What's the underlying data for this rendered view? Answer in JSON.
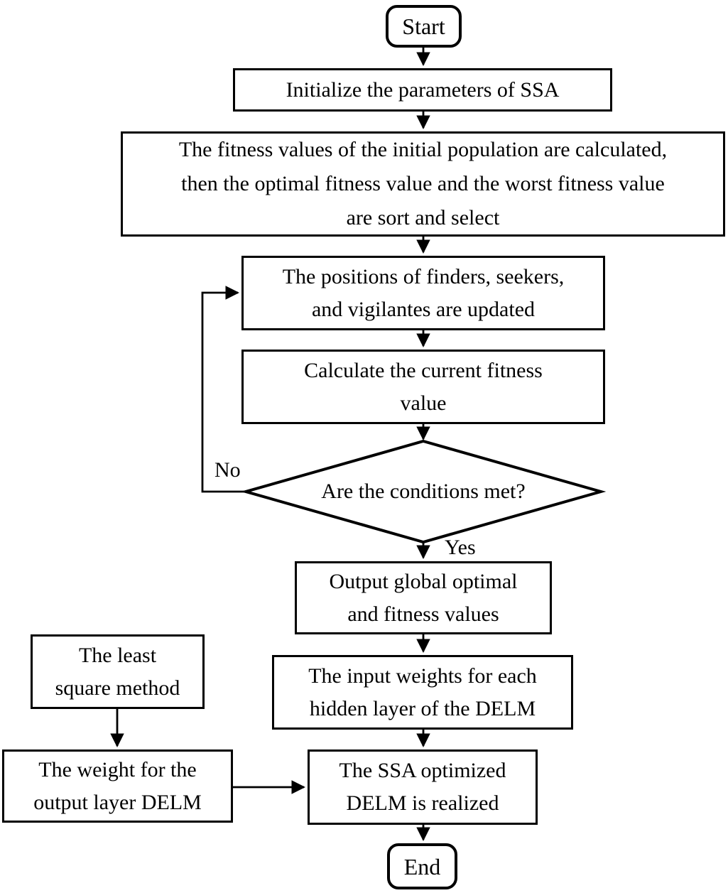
{
  "figure": {
    "background_color": "#ffffff",
    "line_color": "#000000",
    "nodes": {
      "start": {
        "label": "Start"
      },
      "init_params": {
        "label": "Initialize the parameters of SSA"
      },
      "fitness_initial": {
        "lines": [
          "The fitness values of the initial population are calculated,",
          "then the optimal fitness value and the worst fitness value",
          "are sort and select"
        ]
      },
      "update_positions": {
        "lines": [
          "The positions of finders, seekers,",
          "and vigilantes are updated"
        ]
      },
      "current_fitness": {
        "lines": [
          "Calculate the current fitness",
          "value"
        ]
      },
      "condition": {
        "label": "Are the conditions met?"
      },
      "output_optimal": {
        "lines": [
          "Output global optimal",
          "and fitness values"
        ]
      },
      "input_weights": {
        "lines": [
          "The input weights for each",
          "hidden layer of the DELM"
        ]
      },
      "least_square": {
        "lines": [
          "The least",
          "square method"
        ]
      },
      "output_layer_weight": {
        "lines": [
          "The weight for the",
          "output layer DELM"
        ]
      },
      "ssa_delm_realized": {
        "lines": [
          "The SSA optimized",
          "DELM is realized"
        ]
      },
      "end": {
        "label": "End"
      }
    },
    "edge_labels": {
      "no": "No",
      "yes": "Yes"
    }
  }
}
